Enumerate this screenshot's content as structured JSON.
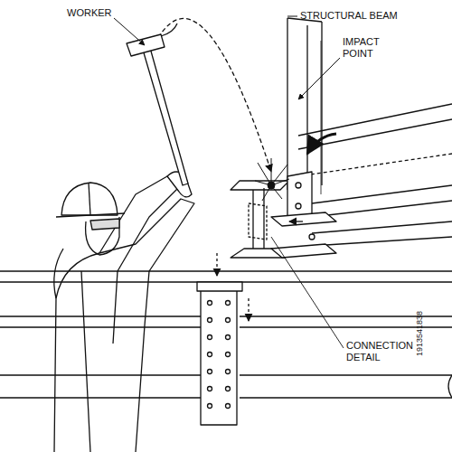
{
  "diagram": {
    "labels": [
      "WORKER",
      "STRUCTURAL BEAM",
      "IMPACT POINT",
      "CONNECTION DETAIL",
      "1913541838"
    ]
  }
}
